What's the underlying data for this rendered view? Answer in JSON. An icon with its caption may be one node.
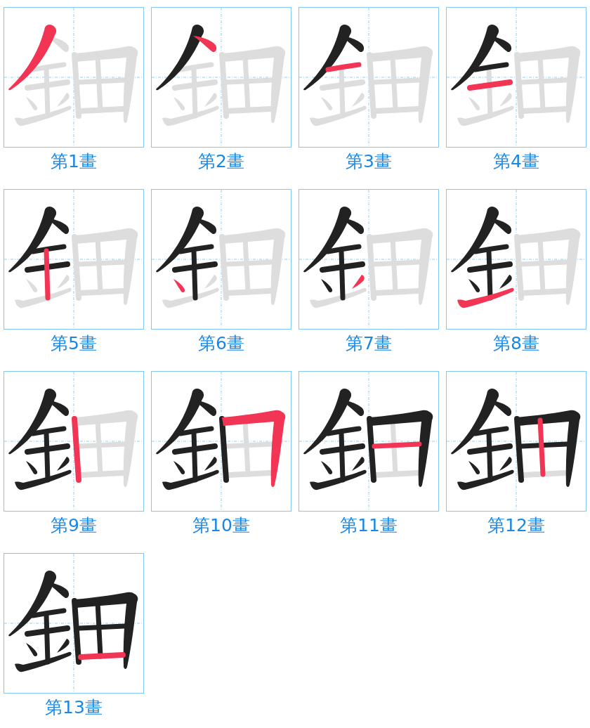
{
  "diagram": {
    "nodes": [
      {
        "text": [],
        "shape": "picture",
        "beside": [
          "第1畫"
        ]
      },
      {
        "text": [],
        "shape": "picture",
        "beside": [
          "第2畫"
        ]
      },
      {
        "text": [],
        "shape": "picture",
        "beside": [
          "第3畫"
        ]
      },
      {
        "text": [],
        "shape": "picture",
        "beside": [
          "第4畫"
        ]
      },
      {
        "text": [],
        "shape": "picture",
        "beside": [
          "第5畫"
        ]
      },
      {
        "text": [],
        "shape": "picture",
        "beside": [
          "第6畫"
        ]
      },
      {
        "text": [],
        "shape": "picture",
        "beside": [
          "第7畫"
        ]
      },
      {
        "text": [],
        "shape": "picture",
        "beside": [
          "第8畫"
        ]
      },
      {
        "text": [],
        "shape": "picture",
        "beside": [
          "第9畫"
        ]
      },
      {
        "text": [],
        "shape": "picture",
        "beside": [
          "第10畫"
        ]
      },
      {
        "text": [],
        "shape": "picture",
        "beside": [
          "第11畫"
        ]
      },
      {
        "text": [],
        "shape": "picture",
        "beside": [
          "第12畫"
        ]
      },
      {
        "text": [],
        "shape": "picture",
        "beside": [
          "第13畫"
        ]
      }
    ]
  }
}
